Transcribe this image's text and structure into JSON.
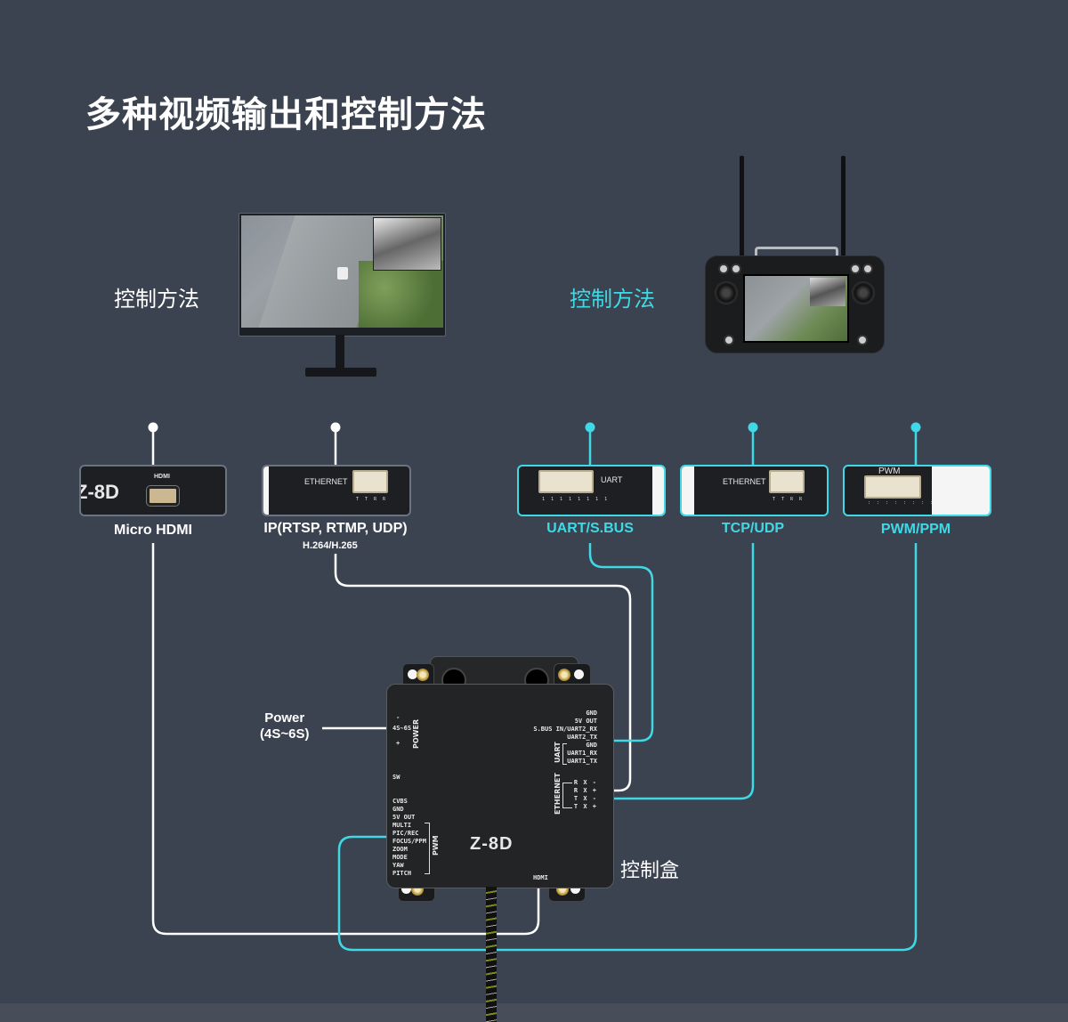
{
  "page": {
    "title": "多种视频输出和控制方法"
  },
  "devices": {
    "monitor": {
      "label": "控制方法",
      "label_color": "#ffffff"
    },
    "remote_controller": {
      "label": "控制方法",
      "label_color": "#3fd9e6"
    }
  },
  "ports": [
    {
      "name": "Micro HDMI",
      "sub": "",
      "color": "#ffffff",
      "card_text": "HDMI",
      "card_brand": "Z-8D"
    },
    {
      "name": "IP(RTSP, RTMP, UDP)",
      "sub": "H.264/H.265",
      "color": "#ffffff",
      "card_text": "ETHERNET"
    },
    {
      "name": "UART/S.BUS",
      "sub": "",
      "color": "#3fd9e6",
      "card_text": "UART"
    },
    {
      "name": "TCP/UDP",
      "sub": "",
      "color": "#3fd9e6",
      "card_text": "ETHERNET"
    },
    {
      "name": "PWM/PPM",
      "sub": "",
      "color": "#3fd9e6",
      "card_text": "PWM"
    }
  ],
  "control_box": {
    "model": "Z-8D",
    "label": "控制盒",
    "power": {
      "label": "Power",
      "range": "(4S~6S)",
      "silk_title": "POWER",
      "silk_minus": "-",
      "silk_range": "4S~6S",
      "silk_plus": "+",
      "silk_sw": "SW"
    },
    "uart_pins": [
      "GND",
      "5V OUT",
      "S.BUS IN/UART2_RX",
      "UART2_TX",
      "GND",
      "UART1_RX",
      "UART1_TX"
    ],
    "uart_group": "UART",
    "ethernet_pins": [
      "R X -",
      "R X +",
      "T X -",
      "T X +"
    ],
    "ethernet_group": "ETHERNET",
    "left_pins": [
      "CVBS",
      "GND",
      "5V OUT",
      "MULTI",
      "PIC/REC",
      "FOCUS/PPM",
      "ZOOM",
      "MODE",
      "YAW",
      "PITCH"
    ],
    "pwm_group": "PWM",
    "hdmi_silk": "HDMI"
  },
  "colors": {
    "background": "#3c4350",
    "accent_cyan": "#3fd9e6",
    "line_white": "#ffffff"
  }
}
